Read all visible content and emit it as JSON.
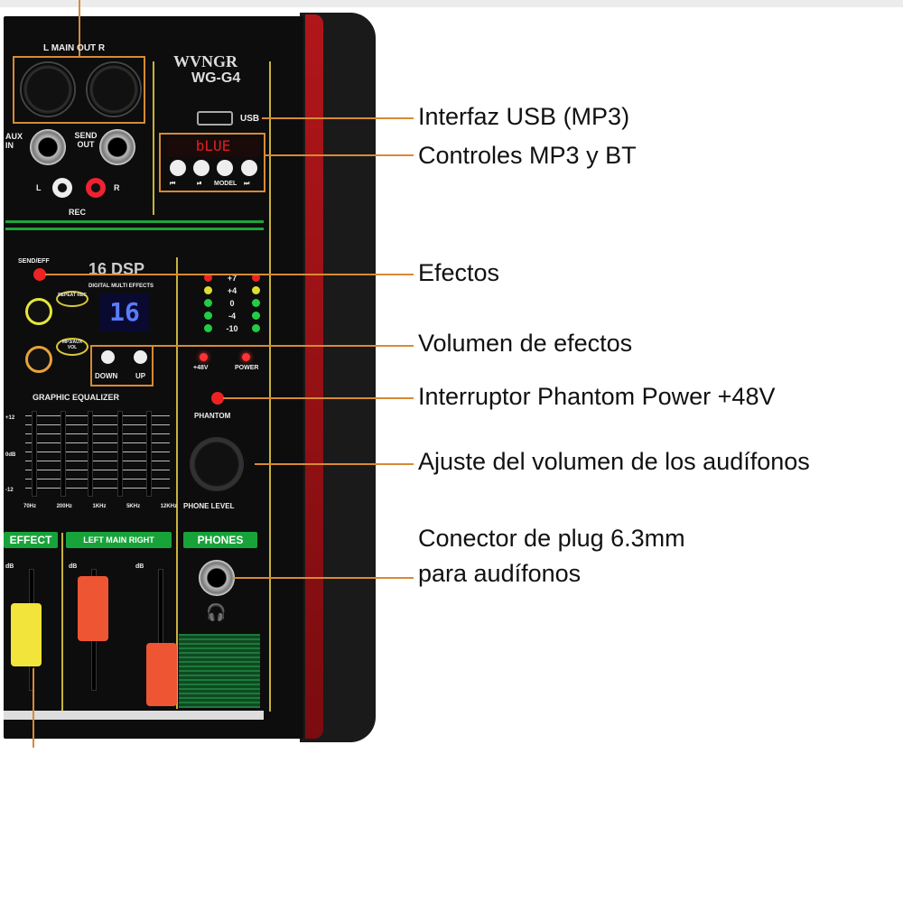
{
  "panel": {
    "brand": "WVNGR",
    "model": "WG-G4",
    "main_out": "L   MAIN OUT   R",
    "aux_in": "AUX IN",
    "send_out": "SEND OUT",
    "rec": "REC",
    "rec_l": "L",
    "rec_r": "R",
    "usb": "USB",
    "mp3_display": "bLUE",
    "mp3_buttons": [
      "⏮",
      "⏯",
      "MODEL",
      "⏭"
    ],
    "send_eff": "SEND/EFF",
    "dsp_title": "16 DSP",
    "dsp_sub": "DIGITAL MULTI EFFECTS",
    "dsp_display": "16",
    "repeat_rec": "REPEAT REC",
    "mp3_aux_vol": "MP3/AUX VOL",
    "down": "DOWN",
    "up": "UP",
    "meter_levels": [
      "+7",
      "+4",
      "0",
      "-4",
      "-10"
    ],
    "led_48v": "+48V",
    "led_power": "POWER",
    "phantom": "PHANTOM",
    "phone_level": "PHONE LEVEL",
    "geq": "GRAPHIC EQUALIZER",
    "geq_bands": [
      "70Hz",
      "200Hz",
      "1KHz",
      "5KHz",
      "12KHz"
    ],
    "geq_scale": [
      "+12",
      "0dB",
      "-12"
    ],
    "effect": "EFFECT",
    "left_main_right": "LEFT   MAIN   RIGHT",
    "phones": "PHONES",
    "db": "dB"
  },
  "annotations": {
    "usb": "Interfaz USB (MP3)",
    "mp3_bt": "Controles MP3 y BT",
    "effects": "Efectos",
    "effects_volume": "Volumen de efectos",
    "phantom": "Interruptor Phantom Power +48V",
    "phone_volume": "Ajuste del volumen de los audífonos",
    "phone_jack_1": "Conector de plug 6.3mm",
    "phone_jack_2": "para audífonos"
  },
  "colors": {
    "leader": "#d88a34",
    "panel": "#0d0d0d",
    "accent_green": "#17a33a",
    "side_red": "#b0161a"
  }
}
